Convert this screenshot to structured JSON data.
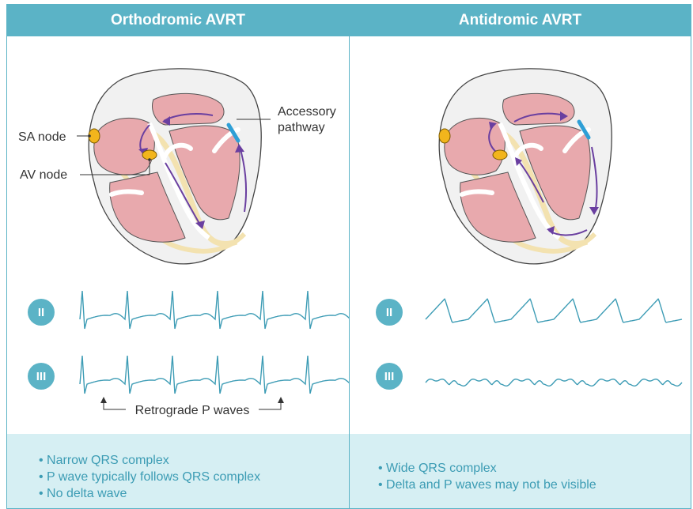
{
  "panels": {
    "left": {
      "title": "Orthodromic AVRT",
      "labels": {
        "sa_node": "SA node",
        "av_node": "AV node",
        "accessory_1": "Accessory",
        "accessory_2": "pathway"
      },
      "leads": [
        "II",
        "III"
      ],
      "retrograde": "Retrograde P waves",
      "bullets": [
        "Narrow QRS complex",
        "P wave typically follows QRS complex",
        "No delta wave"
      ]
    },
    "right": {
      "title": "Antidromic AVRT",
      "leads": [
        "II",
        "III"
      ],
      "bullets": [
        "Wide QRS complex",
        "Delta and P waves may not be visible"
      ]
    }
  },
  "colors": {
    "teal": "#5bb3c6",
    "footer": "#d6eff3",
    "ecg": "#3d9cb5",
    "arrow": "#6a3fa0",
    "myocardium": "#e8a9ad",
    "node": "#f2b51c",
    "pathway": "#2e9fd6"
  }
}
